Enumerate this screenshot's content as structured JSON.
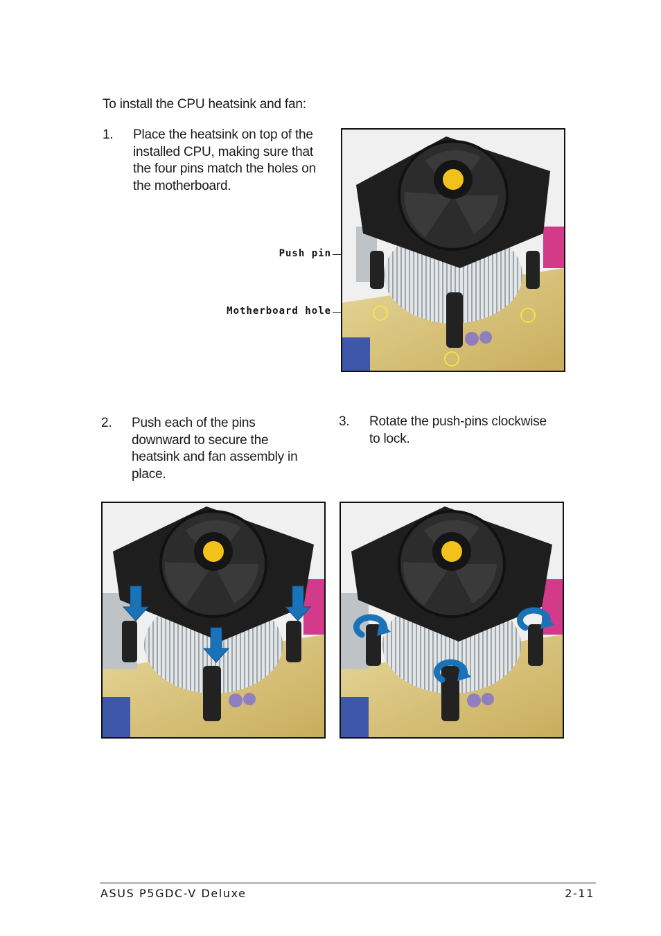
{
  "intro": "To install the CPU heatsink and fan:",
  "steps": [
    {
      "num": "1.",
      "lines": [
        "Place the heatsink on top of the",
        "installed CPU, making sure that",
        "the four pins match the holes on",
        "the motherboard."
      ]
    },
    {
      "num": "2.",
      "lines": [
        "Push each of the pins",
        "downward to secure the",
        "heatsink and fan assembly in",
        "place."
      ]
    },
    {
      "num": "3.",
      "lines": [
        "Rotate the push-pins clockwise",
        "to lock."
      ]
    }
  ],
  "callouts": {
    "push_pin": "Push pin",
    "motherboard_hole": "Motherboard hole"
  },
  "footer": {
    "left": "ASUS P5GDC-V Deluxe",
    "right": "2-11"
  },
  "colors": {
    "arrow_blue": "#1a73b8",
    "board_yellow": "#d8c27a",
    "fan_black": "#1e1e1e",
    "heatsink_silver": "#cfd3d6",
    "slot_pink": "#d43a8a"
  }
}
